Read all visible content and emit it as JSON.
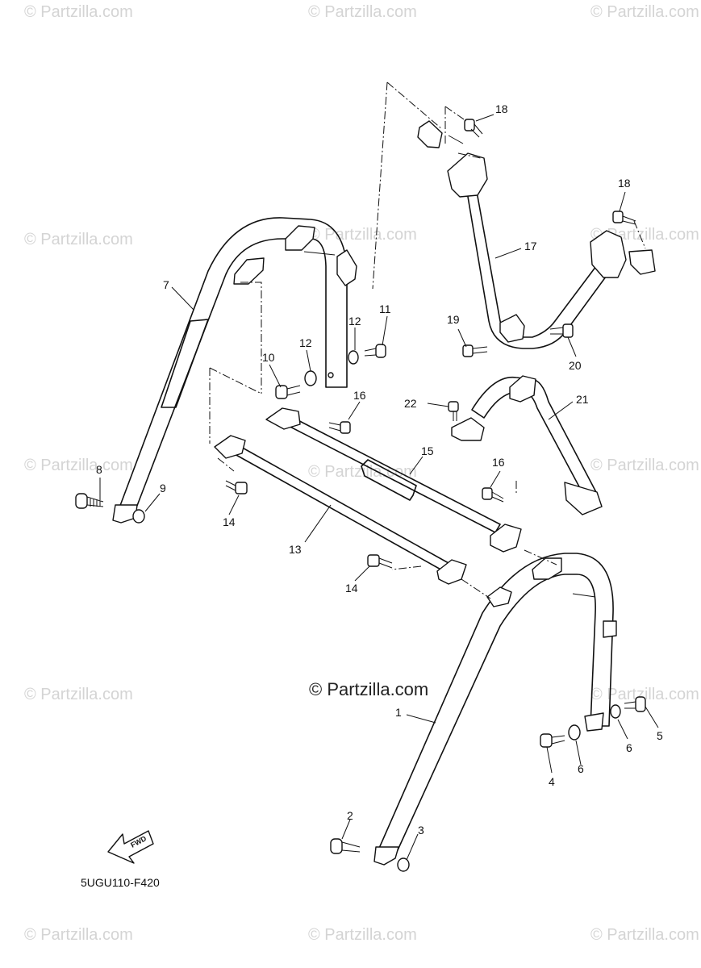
{
  "watermark": {
    "text": "© Partzilla.com",
    "main_text": "© Partzilla.com"
  },
  "diagram_code": "5UGU110-F420",
  "fwd_label": "FWD",
  "callouts": {
    "c1": "1",
    "c2": "2",
    "c3": "3",
    "c4": "4",
    "c5": "5",
    "c6a": "6",
    "c6b": "6",
    "c7": "7",
    "c8": "8",
    "c9": "9",
    "c10": "10",
    "c11": "11",
    "c12a": "12",
    "c12b": "12",
    "c13": "13",
    "c14a": "14",
    "c14b": "14",
    "c15": "15",
    "c16a": "16",
    "c16b": "16",
    "c17": "17",
    "c18a": "18",
    "c18b": "18",
    "c19": "19",
    "c20": "20",
    "c21": "21",
    "c22": "22"
  },
  "colors": {
    "line": "#111111",
    "watermark": "#d4d4d4",
    "background": "#ffffff"
  }
}
